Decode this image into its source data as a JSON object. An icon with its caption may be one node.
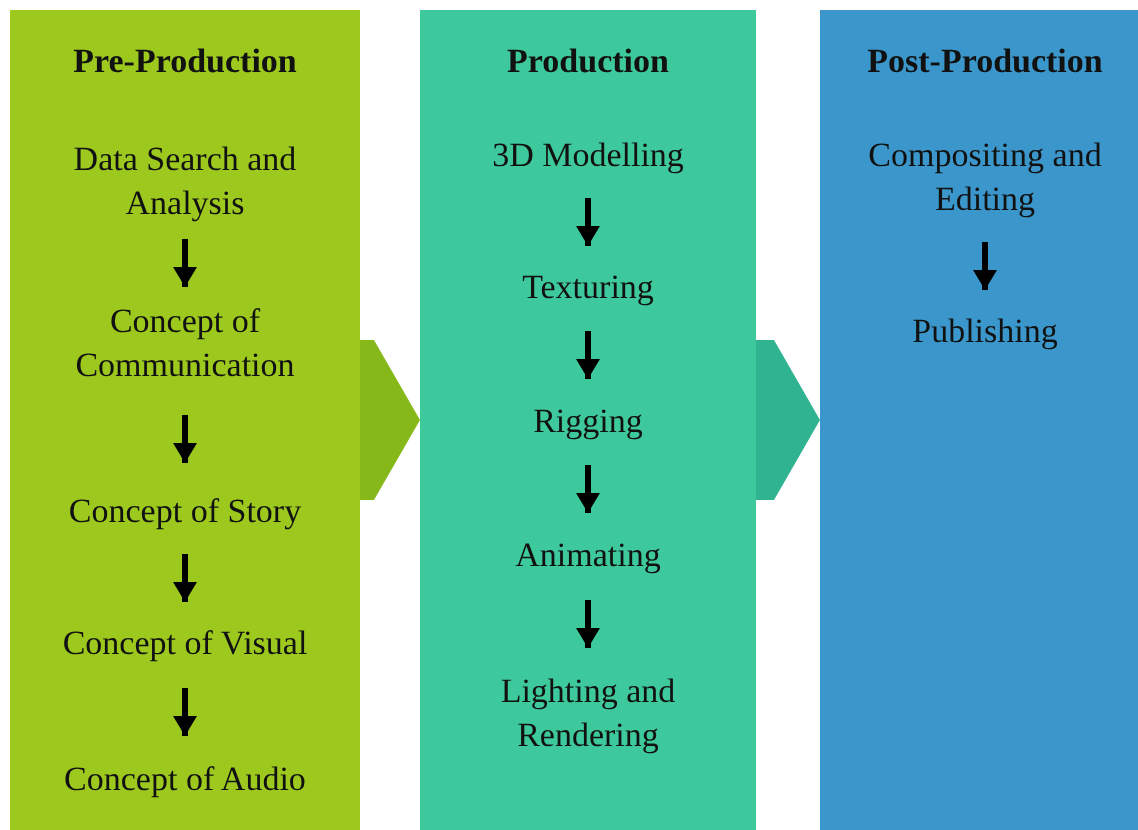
{
  "diagram": {
    "nodes": [
      {
        "text": [
          "Pre-Production"
        ]
      },
      {
        "text": [
          "Data Search and Analysis"
        ],
        "in": 0
      },
      {
        "text": [
          "Concept of Communication"
        ],
        "in": 0
      },
      {
        "text": [
          "Concept of Story"
        ],
        "in": 0
      },
      {
        "text": [
          "Concept of Visual"
        ],
        "in": 0
      },
      {
        "text": [
          "Concept of Audio"
        ],
        "in": 0
      },
      {
        "text": [
          "Production"
        ]
      },
      {
        "text": [
          "3D Modelling"
        ],
        "in": 6
      },
      {
        "text": [
          "Texturing"
        ],
        "in": 6
      },
      {
        "text": [
          "Rigging"
        ],
        "in": 6
      },
      {
        "text": [
          "Animating"
        ],
        "in": 6
      },
      {
        "text": [
          "Lighting and Rendering"
        ],
        "in": 6
      },
      {
        "text": [
          "Post-Production"
        ]
      },
      {
        "text": [
          "Compositing and Editing"
        ],
        "in": 12
      },
      {
        "text": [
          "Publishing"
        ],
        "in": 12
      }
    ],
    "edges": [
      {
        "from": 1,
        "to": 2,
        "arrow": "to"
      },
      {
        "from": 2,
        "to": 3,
        "arrow": "to"
      },
      {
        "from": 3,
        "to": 4,
        "arrow": "to"
      },
      {
        "from": 4,
        "to": 5,
        "arrow": "to"
      },
      {
        "from": 7,
        "to": 8,
        "arrow": "to"
      },
      {
        "from": 8,
        "to": 9,
        "arrow": "to"
      },
      {
        "from": 9,
        "to": 10,
        "arrow": "to"
      },
      {
        "from": 10,
        "to": 11,
        "arrow": "to"
      },
      {
        "from": 13,
        "to": 14,
        "arrow": "to"
      },
      {
        "from": 0,
        "to": 6,
        "arrow": "to",
        "style": "thick",
        "color": "#86b81a"
      },
      {
        "from": 6,
        "to": 12,
        "arrow": "to",
        "style": "thick",
        "color": "#2fb391"
      }
    ]
  }
}
